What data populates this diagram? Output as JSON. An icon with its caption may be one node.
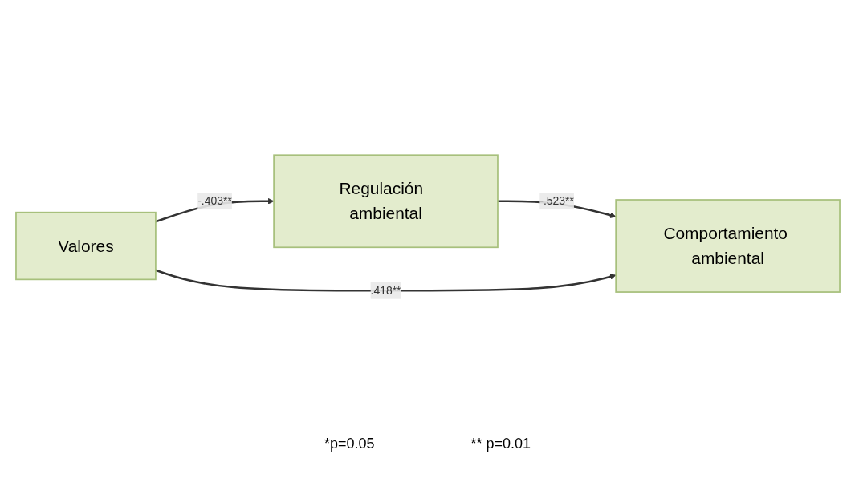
{
  "diagram": {
    "nodes": [
      {
        "text": [
          "Regulación  ambiental"
        ]
      },
      {
        "text": [
          "Valores"
        ]
      },
      {
        "text": [
          "Comportamiento ambiental"
        ]
      }
    ],
    "edges": [
      {
        "from": 1,
        "to": 0,
        "arrow": "to",
        "label": "-.403**"
      },
      {
        "from": 0,
        "to": 2,
        "arrow": "to",
        "label": "-.523**"
      },
      {
        "from": 1,
        "to": 2,
        "arrow": "to",
        "label": ".418**"
      }
    ],
    "labels": [
      "*p=0.05",
      "** p=0.01"
    ]
  }
}
